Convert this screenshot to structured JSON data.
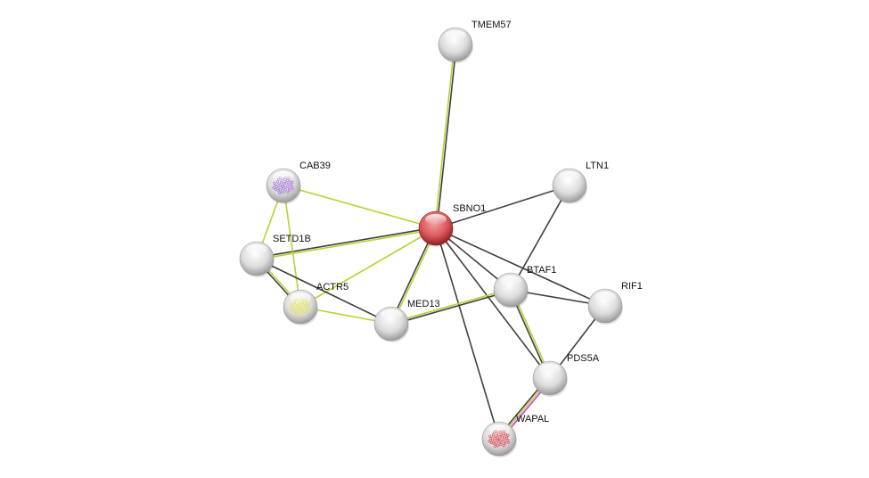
{
  "nodes": [
    {
      "id": "TMEM57",
      "label": "TMEM57",
      "query": false
    },
    {
      "id": "LTN1",
      "label": "LTN1",
      "query": false
    },
    {
      "id": "CAB39",
      "label": "CAB39",
      "query": false,
      "structure_color": "#a77fd6"
    },
    {
      "id": "SBNO1",
      "label": "SBNO1",
      "query": true
    },
    {
      "id": "SETD1B",
      "label": "SETD1B",
      "query": false
    },
    {
      "id": "ACTR5",
      "label": "ACTR5",
      "query": false,
      "structure_color": "#e0e070"
    },
    {
      "id": "MED13",
      "label": "MED13",
      "query": false
    },
    {
      "id": "BTAF1",
      "label": "BTAF1",
      "query": false
    },
    {
      "id": "RIF1",
      "label": "RIF1",
      "query": false
    },
    {
      "id": "PDS5A",
      "label": "PDS5A",
      "query": false
    },
    {
      "id": "WAPAL",
      "label": "WAPAL",
      "query": false,
      "structure_color": "#d9505a"
    }
  ],
  "edges": [
    {
      "a": "SBNO1",
      "b": "TMEM57",
      "types": [
        "textmining",
        "coexpression"
      ]
    },
    {
      "a": "SBNO1",
      "b": "CAB39",
      "types": [
        "textmining"
      ]
    },
    {
      "a": "SBNO1",
      "b": "SETD1B",
      "types": [
        "textmining",
        "coexpression"
      ]
    },
    {
      "a": "SBNO1",
      "b": "ACTR5",
      "types": [
        "textmining"
      ]
    },
    {
      "a": "SBNO1",
      "b": "MED13",
      "types": [
        "textmining",
        "coexpression"
      ]
    },
    {
      "a": "SBNO1",
      "b": "LTN1",
      "types": [
        "coexpression"
      ]
    },
    {
      "a": "SBNO1",
      "b": "BTAF1",
      "types": [
        "coexpression"
      ]
    },
    {
      "a": "SBNO1",
      "b": "RIF1",
      "types": [
        "coexpression"
      ]
    },
    {
      "a": "SBNO1",
      "b": "PDS5A",
      "types": [
        "coexpression"
      ]
    },
    {
      "a": "SBNO1",
      "b": "WAPAL",
      "types": [
        "coexpression"
      ]
    },
    {
      "a": "CAB39",
      "b": "SETD1B",
      "types": [
        "textmining"
      ]
    },
    {
      "a": "CAB39",
      "b": "ACTR5",
      "types": [
        "textmining"
      ]
    },
    {
      "a": "SETD1B",
      "b": "ACTR5",
      "types": [
        "textmining",
        "coexpression"
      ]
    },
    {
      "a": "SETD1B",
      "b": "MED13",
      "types": [
        "coexpression"
      ]
    },
    {
      "a": "ACTR5",
      "b": "MED13",
      "types": [
        "textmining"
      ]
    },
    {
      "a": "MED13",
      "b": "BTAF1",
      "types": [
        "textmining",
        "coexpression"
      ]
    },
    {
      "a": "BTAF1",
      "b": "LTN1",
      "types": [
        "coexpression"
      ]
    },
    {
      "a": "BTAF1",
      "b": "RIF1",
      "types": [
        "coexpression"
      ]
    },
    {
      "a": "BTAF1",
      "b": "PDS5A",
      "types": [
        "textmining",
        "coexpression"
      ]
    },
    {
      "a": "RIF1",
      "b": "PDS5A",
      "types": [
        "coexpression"
      ]
    },
    {
      "a": "PDS5A",
      "b": "WAPAL",
      "types": [
        "experiments",
        "textmining",
        "coexpression"
      ]
    }
  ],
  "edge_colors": {
    "textmining": "#b5d334",
    "coexpression": "#404040",
    "experiments": "#d23bd9"
  }
}
